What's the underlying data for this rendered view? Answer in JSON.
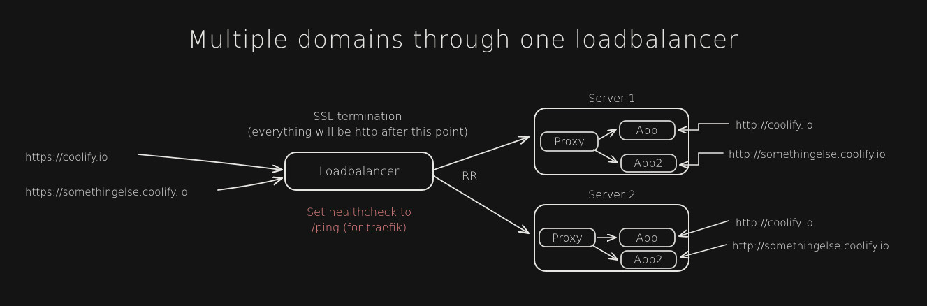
{
  "diagram": {
    "title": "Multiple domains through one loadbalancer",
    "background_color": "#141414",
    "stroke_color": "#e8e6e3",
    "warning_color": "#f08a8a",
    "ingress": {
      "urls": [
        "https://coolify.io",
        "https://somethingelse.coolify.io"
      ]
    },
    "loadbalancer": {
      "label": "Loadbalancer",
      "caption_line1": "SSL termination",
      "caption_line2": "(everything will be http after this point)",
      "note_line1": "Set healthcheck to",
      "note_line2": "/ping (for traefik)",
      "edge_label": "RR"
    },
    "servers": [
      {
        "title": "Server 1",
        "proxy": "Proxy",
        "apps": [
          "App",
          "App2"
        ],
        "inbound_urls": [
          "http://coolify.io",
          "http://somethingelse.coolify.io"
        ]
      },
      {
        "title": "Server 2",
        "proxy": "Proxy",
        "apps": [
          "App",
          "App2"
        ],
        "inbound_urls": [
          "http://coolify.io",
          "http://somethingelse.coolify.io"
        ]
      }
    ]
  }
}
